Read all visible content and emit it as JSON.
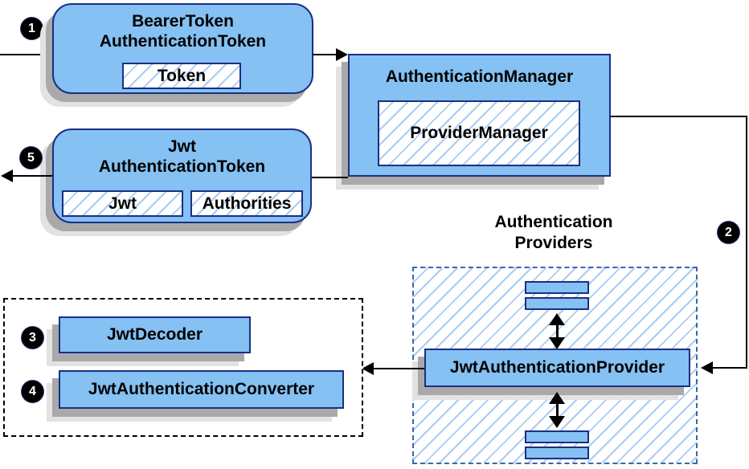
{
  "bearer": {
    "title_line1": "BearerToken",
    "title_line2": "AuthenticationToken",
    "chip": "Token"
  },
  "manager": {
    "title": "AuthenticationManager",
    "chip": "ProviderManager"
  },
  "jwt_token": {
    "title_line1": "Jwt",
    "title_line2": "AuthenticationToken",
    "chip_jwt": "Jwt",
    "chip_authorities": "Authorities"
  },
  "decoder_group": {
    "decoder": "JwtDecoder",
    "converter": "JwtAuthenticationConverter"
  },
  "providers": {
    "label_line1": "Authentication",
    "label_line2": "Providers",
    "provider": "JwtAuthenticationProvider"
  },
  "badges": {
    "step1": "1",
    "step2": "2",
    "step3": "3",
    "step4": "4",
    "step5": "5"
  },
  "colors": {
    "node_fill": "#85C1F2",
    "node_border": "#1A2F85",
    "hatch_line": "#A9CDF2",
    "providers_dash_border": "#3A67A8",
    "shadow_dark": "#A9A9A9",
    "shadow_light": "#E2E2E2",
    "arrow": "#000000",
    "badge_bg": "#000000",
    "badge_text": "#FFFFFF"
  }
}
